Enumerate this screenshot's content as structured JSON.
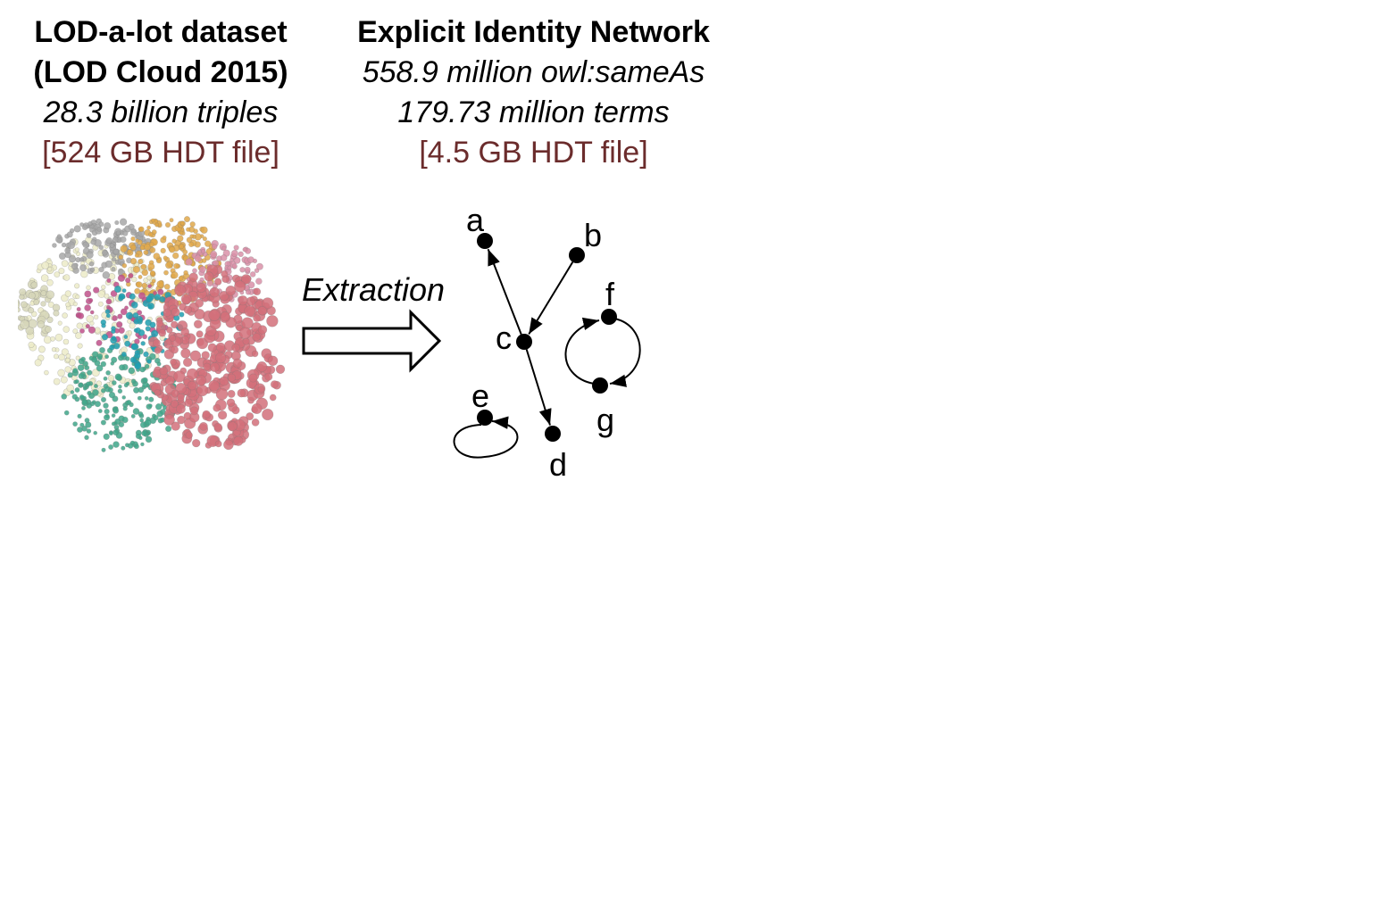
{
  "left_column": {
    "title_line1": "LOD-a-lot dataset",
    "title_line2": "(LOD Cloud 2015)",
    "stat": "28.3 billion triples",
    "file": "[524 GB HDT file]"
  },
  "right_column": {
    "title": "Explicit Identity Network",
    "stat1": "558.9 million owl:sameAs",
    "stat2": "179.73 million terms",
    "file": "[4.5 GB HDT file]"
  },
  "arrow": {
    "label": "Extraction"
  },
  "graph": {
    "nodes": [
      {
        "id": "a",
        "label": "a"
      },
      {
        "id": "b",
        "label": "b"
      },
      {
        "id": "c",
        "label": "c"
      },
      {
        "id": "d",
        "label": "d"
      },
      {
        "id": "e",
        "label": "e"
      },
      {
        "id": "f",
        "label": "f"
      },
      {
        "id": "g",
        "label": "g"
      }
    ],
    "edges": [
      {
        "from": "c",
        "to": "a"
      },
      {
        "from": "b",
        "to": "c"
      },
      {
        "from": "c",
        "to": "d"
      },
      {
        "from": "e",
        "to": "e"
      },
      {
        "from": "f",
        "to": "g"
      },
      {
        "from": "g",
        "to": "f"
      }
    ]
  },
  "colors": {
    "file_text": "#6b2c2c",
    "cluster_red": "#d2707a",
    "cluster_teal": "#3fa68a",
    "cluster_orange": "#e0a84a",
    "cluster_gray": "#a7a7a7",
    "cluster_cream": "#ecebc8",
    "cluster_pink": "#d990a8",
    "cluster_cyan": "#1f9fb0",
    "cluster_magenta": "#c0508a"
  }
}
